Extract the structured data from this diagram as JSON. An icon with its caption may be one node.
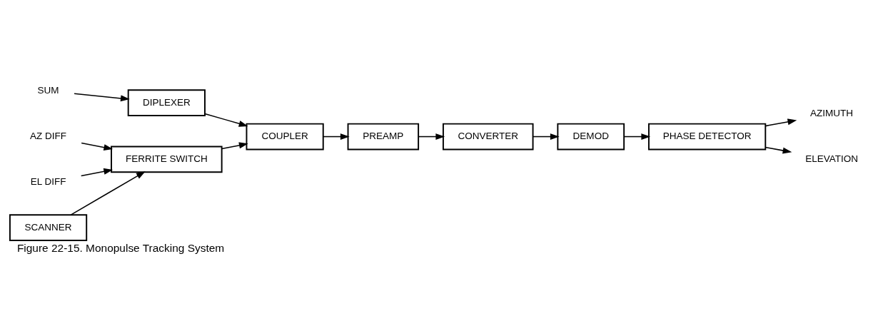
{
  "diagram": {
    "caption": "Figure 22-15. Monopulse Tracking System",
    "nodes": [
      {
        "text": [
          "SUM"
        ]
      },
      {
        "text": [
          "DIPLEXER"
        ]
      },
      {
        "text": [
          "COUPLER"
        ]
      },
      {
        "text": [
          "PREAMP"
        ]
      },
      {
        "text": [
          "CONVERTER"
        ]
      },
      {
        "text": [
          "AZ DIFF"
        ]
      },
      {
        "text": [
          "FERRITE SWITCH"
        ]
      },
      {
        "text": [
          "EL DIFF"
        ]
      },
      {
        "text": [
          "SCANNER"
        ]
      },
      {
        "text": [
          "DEMOD"
        ]
      },
      {
        "text": [
          "PHASE DETECTOR"
        ]
      },
      {
        "text": [
          "AZIMUTH"
        ]
      },
      {
        "text": [
          "ELEVATION"
        ]
      }
    ],
    "edges": [
      {
        "from": 0,
        "to": 1,
        "arrow": "to"
      },
      {
        "from": 1,
        "to": 2,
        "arrow": "to"
      },
      {
        "from": 2,
        "to": 3,
        "arrow": "to"
      },
      {
        "from": 3,
        "to": 4,
        "arrow": "to"
      },
      {
        "from": 5,
        "to": 6,
        "arrow": "to"
      },
      {
        "from": 7,
        "to": 6,
        "arrow": "to"
      },
      {
        "from": 6,
        "to": 2,
        "arrow": "to"
      },
      {
        "from": 8,
        "to": 6,
        "arrow": "to"
      },
      {
        "from": 4,
        "to": 9,
        "arrow": "to"
      },
      {
        "from": 9,
        "to": 10,
        "arrow": "to"
      },
      {
        "from": 10,
        "to": 11,
        "arrow": "to"
      },
      {
        "from": 10,
        "to": 12,
        "arrow": "to"
      }
    ]
  }
}
